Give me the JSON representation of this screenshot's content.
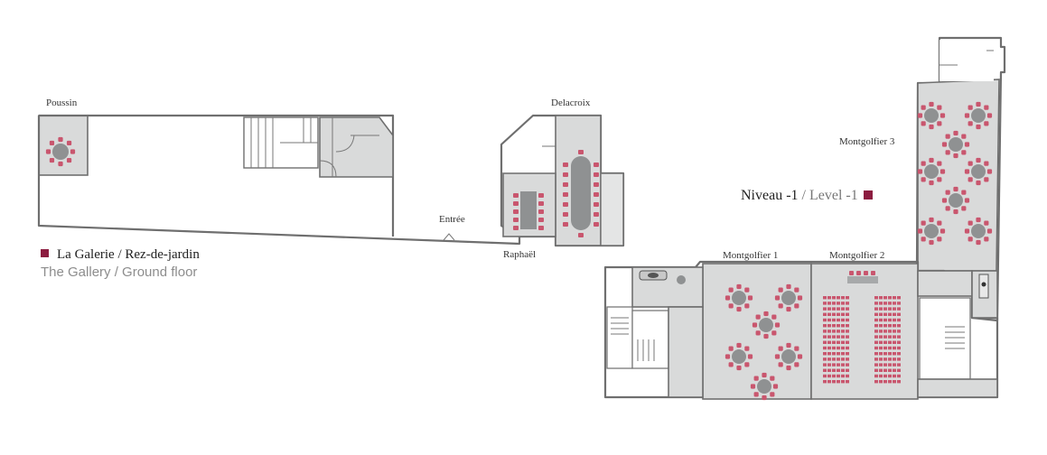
{
  "rooms": {
    "poussin": "Poussin",
    "delacroix": "Delacroix",
    "entree": "Entrée",
    "raphael": "Raphaël",
    "montgolfier1": "Montgolfier 1",
    "montgolfier2": "Montgolfier 2",
    "montgolfier3": "Montgolfier 3"
  },
  "ground_floor": {
    "title_fr": "La Galerie / Rez-de-jardin",
    "title_en": "The Gallery / Ground floor"
  },
  "lower_level": {
    "label_fr": "Niveau -1",
    "separator": " / ",
    "label_en": "Level -1"
  },
  "colors": {
    "accent": "#8c1c40",
    "chair": "#c9566e",
    "table": "#8f9192",
    "floor_gray": "#d9dada",
    "wall": "#6f6f6f"
  }
}
